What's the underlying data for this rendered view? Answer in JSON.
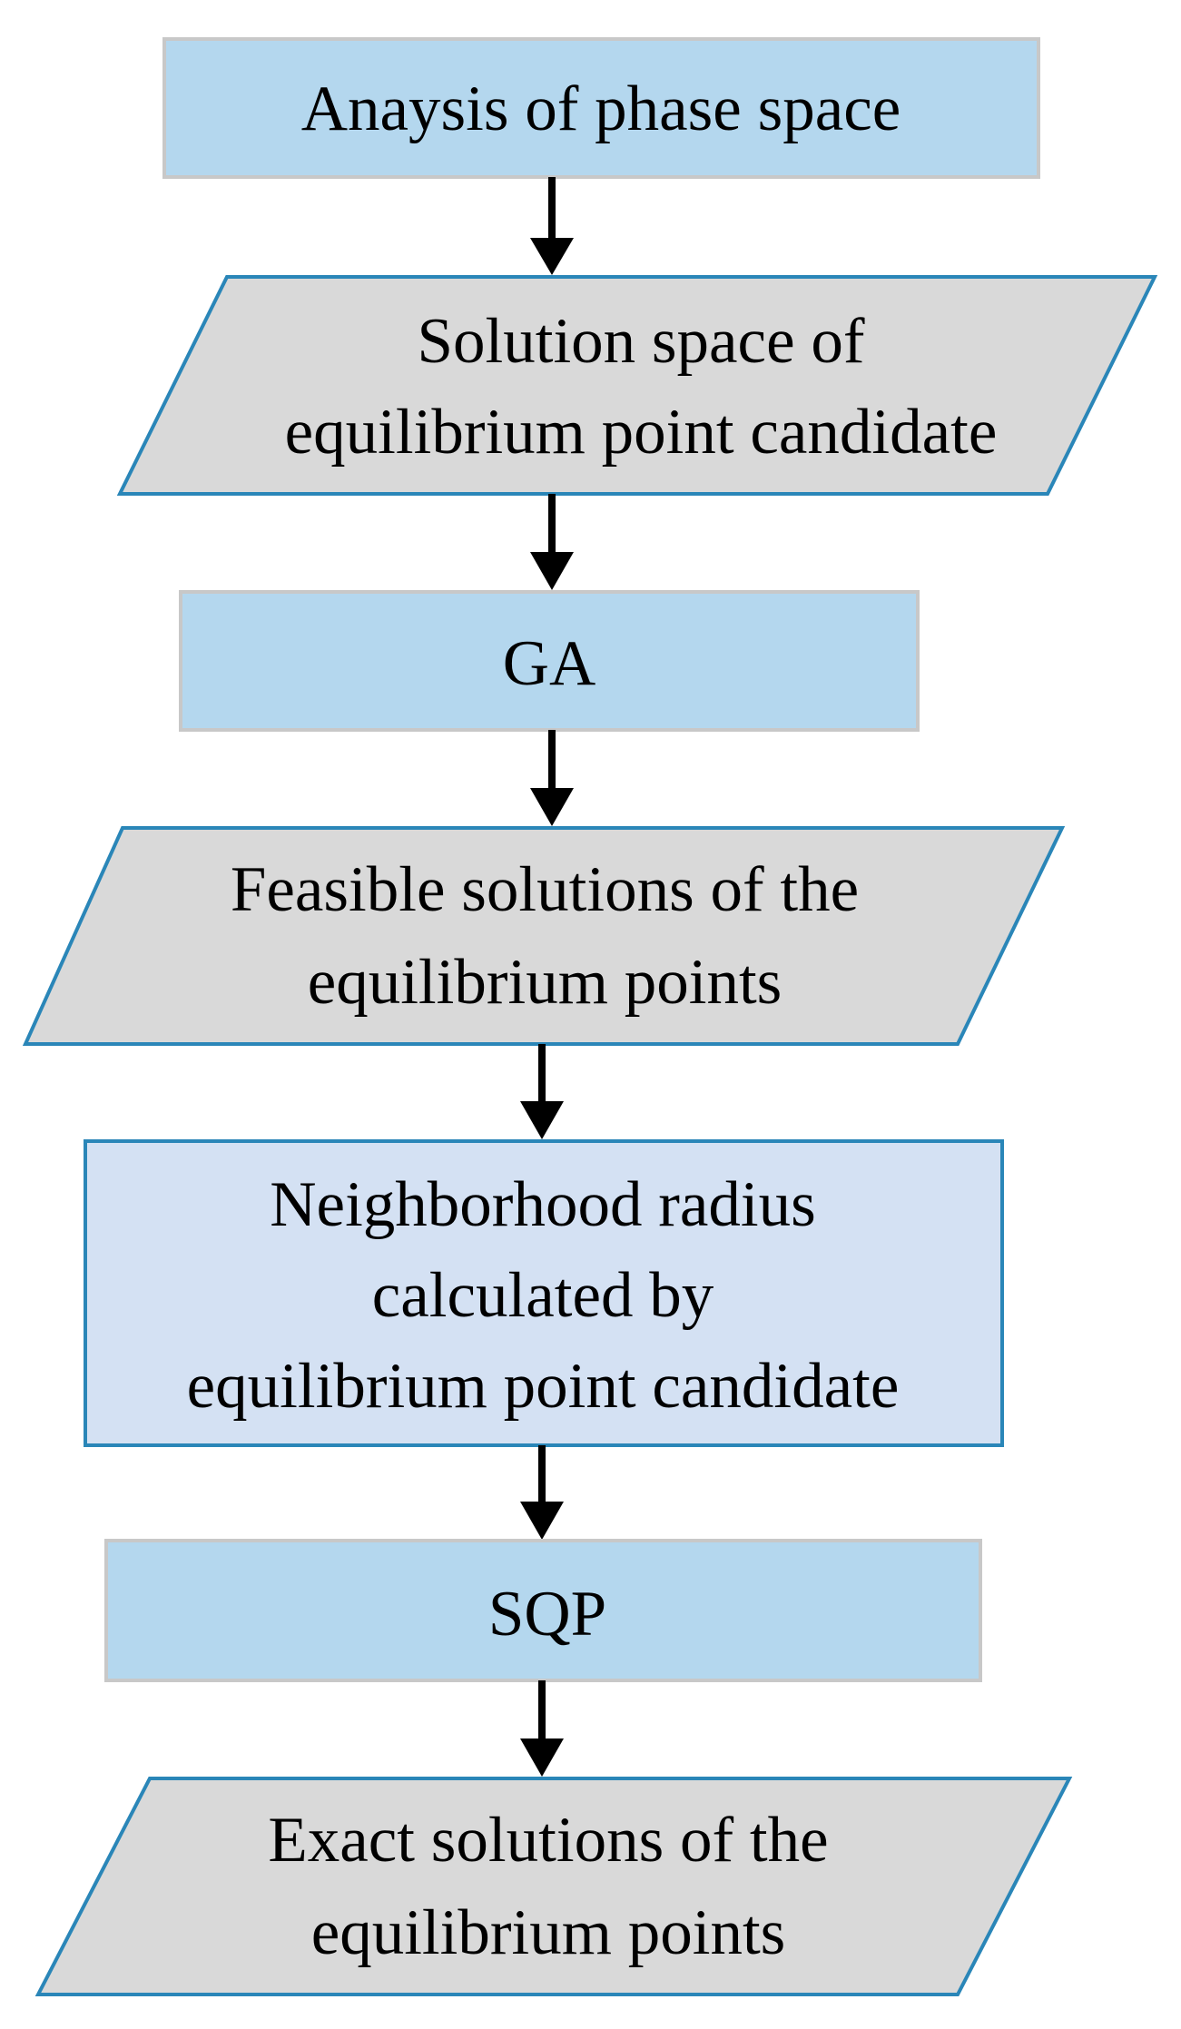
{
  "colors": {
    "process_fill": "#b4d7ee",
    "process_stroke": "#c8c8c8",
    "highlight_fill": "#d4e1f3",
    "highlight_stroke": "#2a86b8",
    "data_fill": "#d9d9d9",
    "data_stroke": "#2a86b8",
    "arrow": "#000000"
  },
  "flowchart": {
    "steps": [
      {
        "kind": "process",
        "lines": [
          "Anaysis of phase space"
        ]
      },
      {
        "kind": "data",
        "lines": [
          "Solution space of",
          "equilibrium point candidate"
        ]
      },
      {
        "kind": "process",
        "lines": [
          "GA"
        ]
      },
      {
        "kind": "data",
        "lines": [
          "Feasible solutions of the",
          "equilibrium points"
        ]
      },
      {
        "kind": "highlight",
        "lines": [
          "Neighborhood radius",
          "calculated by",
          "equilibrium point candidate"
        ]
      },
      {
        "kind": "process",
        "lines": [
          "SQP"
        ]
      },
      {
        "kind": "data",
        "lines": [
          "Exact solutions of the",
          "equilibrium points"
        ]
      }
    ]
  }
}
